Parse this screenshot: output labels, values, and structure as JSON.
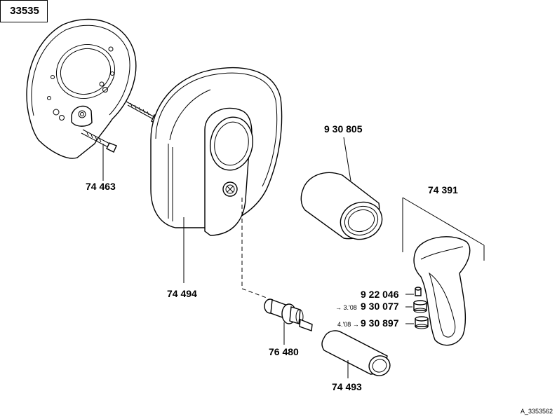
{
  "sheet_number": "33535",
  "drawing_ref": "A_3353562",
  "parts": [
    {
      "id": "escutcheon-plate",
      "number": "74 463"
    },
    {
      "id": "cover",
      "number": "74 494"
    },
    {
      "id": "sleeve",
      "number": "9 30 805"
    },
    {
      "id": "lever-handle",
      "number": "74 391"
    },
    {
      "id": "screw",
      "number": "9 22 046"
    },
    {
      "id": "cap-a",
      "number": "9 30 077",
      "note": "→ 3.'08"
    },
    {
      "id": "cap-b",
      "number": "9 30 897",
      "note": "4.'08 →"
    },
    {
      "id": "cartridge",
      "number": "76 480"
    },
    {
      "id": "extension",
      "number": "74 493"
    }
  ]
}
